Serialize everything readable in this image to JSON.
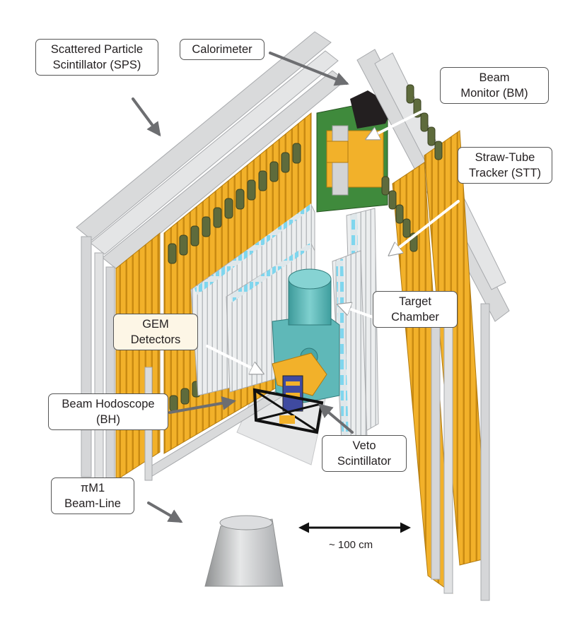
{
  "labels": {
    "sps": [
      "Scattered Particle",
      "Scintillator (SPS)"
    ],
    "calorimeter": [
      "Calorimeter"
    ],
    "bm": [
      "Beam",
      "Monitor (BM)"
    ],
    "stt": [
      "Straw-Tube",
      "Tracker (STT)"
    ],
    "target": [
      "Target",
      "Chamber"
    ],
    "gem": [
      "GEM",
      "Detectors"
    ],
    "bh": [
      "Beam Hodoscope",
      "(BH)"
    ],
    "veto": [
      "Veto",
      "Scintillator"
    ],
    "beamline": [
      "πM1",
      "Beam-Line"
    ]
  },
  "scale_bar": {
    "label": "~ 100 cm"
  },
  "colors": {
    "frame": "#cfd1d3",
    "scintillator": "#f2b12a",
    "pmt": "#5e6b3c",
    "gem_panel": "#e9ecee",
    "gem_strip": "#7fd6ee",
    "target": "#63bfbf",
    "calorimeter_board": "#3f8a3c",
    "arrow": "#6d6e71"
  }
}
